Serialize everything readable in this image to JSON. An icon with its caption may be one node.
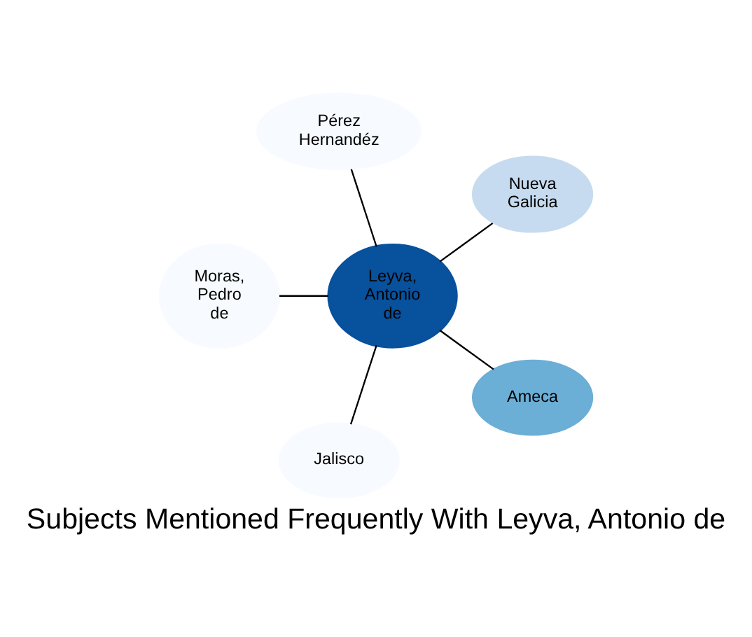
{
  "diagram": {
    "title": "Subjects Mentioned Frequently With Leyva, Antonio de",
    "nodes": [
      {
        "text": [
          "Pérez Hernandéz"
        ]
      },
      {
        "text": [
          "Moras, Pedro de"
        ]
      },
      {
        "text": [
          "Nueva Galicia"
        ]
      },
      {
        "text": [
          "Leyva, Antonio de"
        ]
      },
      {
        "text": [
          "Ameca"
        ]
      },
      {
        "text": [
          "Jalisco"
        ]
      }
    ],
    "edges": [
      {
        "from": 3,
        "to": 0,
        "arrow": "none"
      },
      {
        "from": 3,
        "to": 2,
        "arrow": "none"
      },
      {
        "from": 3,
        "to": 4,
        "arrow": "none"
      },
      {
        "from": 3,
        "to": 5,
        "arrow": "none"
      },
      {
        "from": 3,
        "to": 1,
        "arrow": "none"
      }
    ]
  }
}
